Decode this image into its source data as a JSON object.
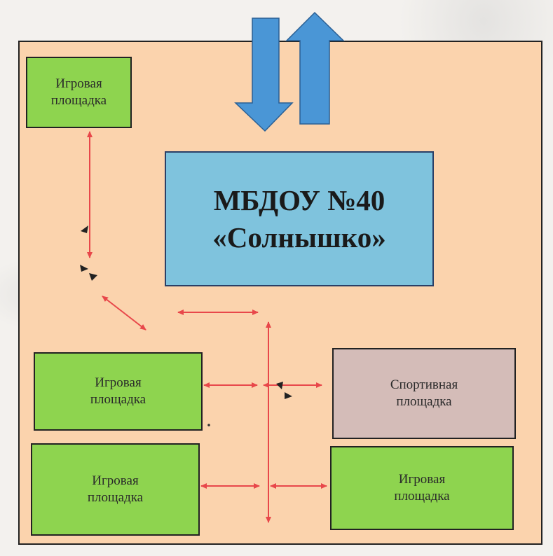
{
  "main_building": {
    "title": "МБДОУ №40\n«Солнышко»"
  },
  "playgrounds": [
    {
      "label": "Игровая\nплощадка"
    },
    {
      "label": "Игровая\nплощадка"
    },
    {
      "label": "Игровая\nплощадка"
    },
    {
      "label": "Игровая\nплощадка"
    }
  ],
  "sports_ground": {
    "label": "Спортивная\nплощадка"
  },
  "colors": {
    "territory": "#fbd3ad",
    "playground": "#8ed44f",
    "sports": "#d4bcb8",
    "building": "#7fc3dd",
    "path_arrow": "#e8474a",
    "entrance_arrow": "#3d8fd0"
  }
}
